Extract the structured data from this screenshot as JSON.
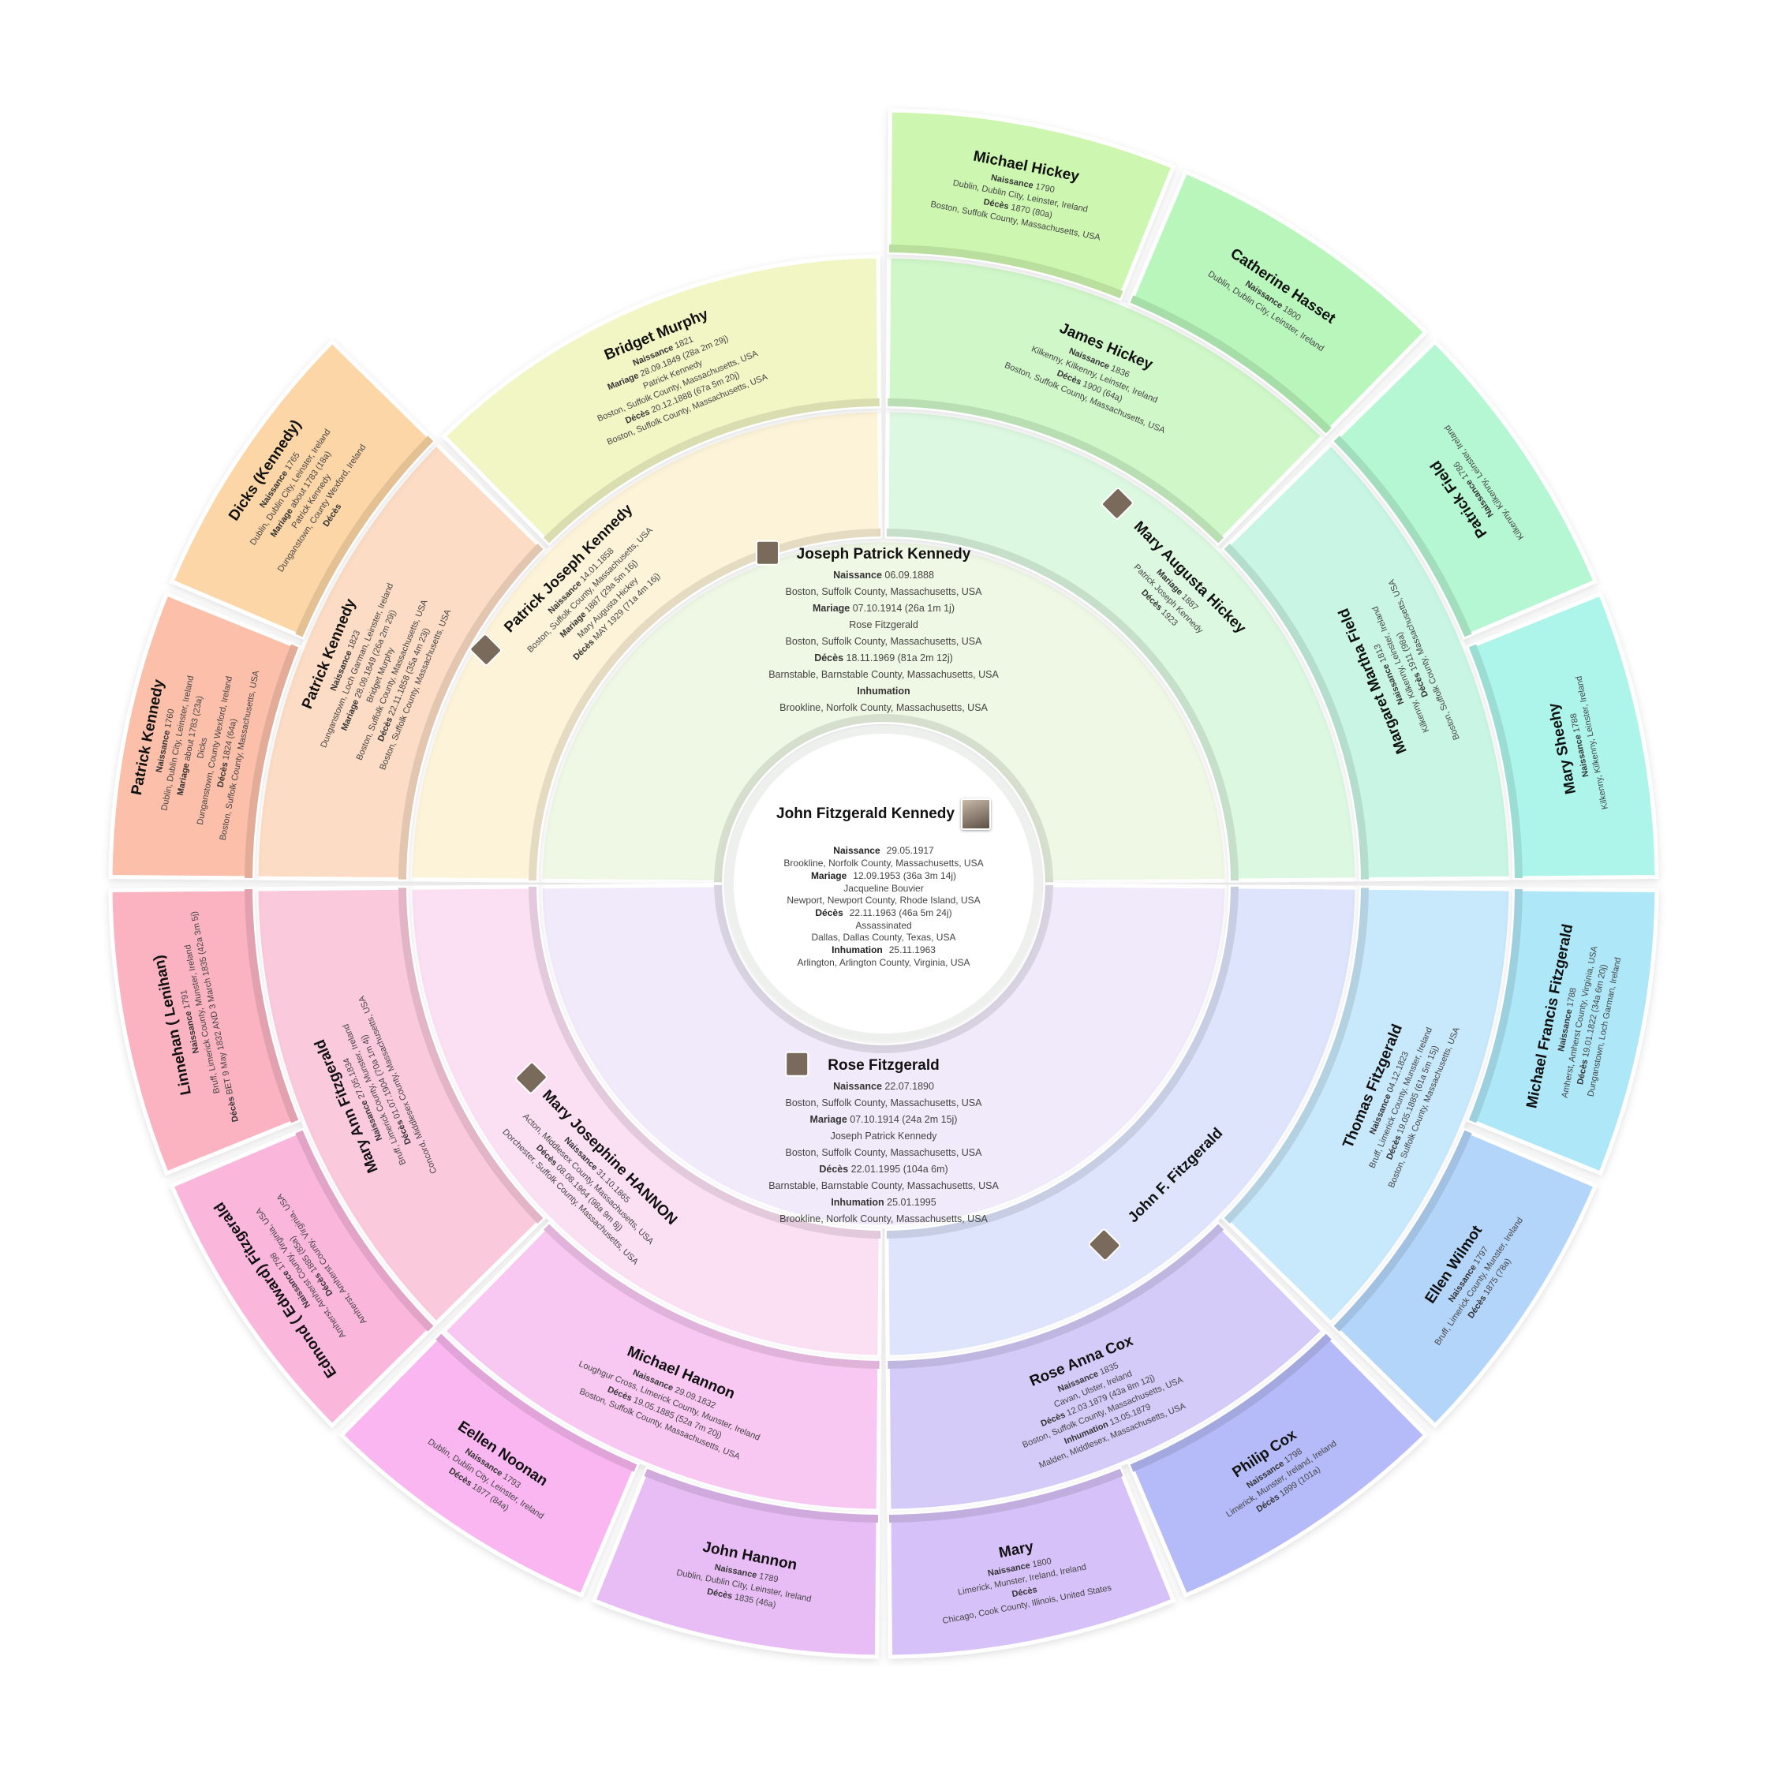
{
  "root": {
    "name": "John Fitzgerald Kennedy",
    "events": [
      {
        "label": "Naissance",
        "value": "29.05.1917",
        "lines": [
          "Brookline, Norfolk County, Massachusetts, USA"
        ]
      },
      {
        "label": "Mariage",
        "value": "12.09.1953 (36a 3m 14j)",
        "lines": [
          "Jacqueline Bouvier",
          "Newport, Newport County, Rhode Island, USA"
        ]
      },
      {
        "label": "Décès",
        "value": "22.11.1963 (46a 5m 24j)",
        "lines": [
          "Assassinated",
          "Dallas, Dallas County, Texas, USA"
        ]
      },
      {
        "label": "Inhumation",
        "value": "25.11.1963",
        "lines": [
          "Arlington, Arlington County, Virginia, USA"
        ]
      }
    ]
  },
  "ring1": [
    {
      "name": "Joseph Patrick Kennedy",
      "color": "#eef8e4",
      "photo": true,
      "lines": [
        {
          "label": "Naissance",
          "value": "06.09.1888"
        },
        {
          "text": "Boston, Suffolk County, Massachusetts, USA"
        },
        {
          "label": "Mariage",
          "value": "07.10.1914 (26a 1m 1j)"
        },
        {
          "text": "Rose Fitzgerald"
        },
        {
          "text": "Boston, Suffolk County, Massachusetts, USA"
        },
        {
          "label": "Décès",
          "value": "18.11.1969 (81a 2m 12j)"
        },
        {
          "text": "Barnstable, Barnstable County, Massachusetts, USA"
        },
        {
          "label": "Inhumation",
          "value": ""
        },
        {
          "text": "Brookline, Norfolk County, Massachusetts, USA"
        }
      ]
    },
    {
      "name": "Rose Fitzgerald",
      "color": "#f1eafa",
      "photo": true,
      "lines": [
        {
          "label": "Naissance",
          "value": "22.07.1890"
        },
        {
          "text": "Boston, Suffolk County, Massachusetts, USA"
        },
        {
          "label": "Mariage",
          "value": "07.10.1914 (24a 2m 15j)"
        },
        {
          "text": "Joseph Patrick Kennedy"
        },
        {
          "text": "Boston, Suffolk County, Massachusetts, USA"
        },
        {
          "label": "Décès",
          "value": "22.01.1995 (104a 6m)"
        },
        {
          "text": "Barnstable, Barnstable County, Massachusetts, USA"
        },
        {
          "label": "Inhumation",
          "value": "25.01.1995"
        },
        {
          "text": "Brookline, Norfolk County, Massachusetts, USA"
        }
      ]
    }
  ],
  "ring2": [
    {
      "name": "Patrick Joseph Kennedy",
      "color": "#fdf3d8",
      "photo": true,
      "lines": [
        {
          "label": "Naissance",
          "value": "14.01.1858"
        },
        {
          "text": "Boston, Suffolk County, Massachusetts, USA"
        },
        {
          "label": "Mariage",
          "value": "1887 (29a 5m 16j)"
        },
        {
          "text": "Mary Augusta Hickey"
        },
        {
          "label": "Décès",
          "value": "MAY 1929 (71a 4m 16j)"
        }
      ]
    },
    {
      "name": "Mary Augusta Hickey",
      "color": "#dcf8e0",
      "photo": true,
      "lines": [
        {
          "label": "Mariage",
          "value": "1887"
        },
        {
          "text": "Patrick Joseph Kennedy"
        },
        {
          "label": "Décès",
          "value": "1923"
        }
      ]
    },
    {
      "name": "Mary Josephine HANNON",
      "color": "#fbdff3",
      "photo": true,
      "lines": [
        {
          "label": "Naissance",
          "value": "31.10.1865"
        },
        {
          "text": "Acton, Middlesex County, Massachusetts, USA"
        },
        {
          "label": "Décès",
          "value": "08.08.1964 (98a 9m 8j)"
        },
        {
          "text": "Dorchester, Suffolk County, Massachusetts, USA"
        }
      ]
    },
    {
      "name": "John F. Fitzgerald",
      "color": "#dde4fb",
      "photo": true,
      "lines": []
    }
  ],
  "ring3": [
    {
      "name": "Patrick Kennedy",
      "color": "#fcdcc4",
      "lines": [
        {
          "label": "Naissance",
          "value": "1823"
        },
        {
          "text": "Dunganstown, Loch Garman, Leinster, Ireland"
        },
        {
          "label": "Mariage",
          "value": "28.09.1849 (26a 2m 29j)"
        },
        {
          "text": "Bridget Murphy"
        },
        {
          "text": "Boston, Suffolk County, Massachusetts, USA"
        },
        {
          "label": "Décès",
          "value": "22.11.1858 (35a 4m 23j)"
        },
        {
          "text": "Boston, Suffolk County, Massachusetts, USA"
        }
      ]
    },
    {
      "name": "Bridget Murphy",
      "color": "#f2f6c4",
      "lines": [
        {
          "label": "Naissance",
          "value": "1821"
        },
        {
          "label": "Mariage",
          "value": "28.09.1849 (28a 2m 29j)"
        },
        {
          "text": "Patrick Kennedy"
        },
        {
          "text": "Boston, Suffolk County, Massachusetts, USA"
        },
        {
          "label": "Décès",
          "value": "20.12.1888 (67a 5m 20j)"
        },
        {
          "text": "Boston, Suffolk County, Massachusetts, USA"
        }
      ]
    },
    {
      "name": "James Hickey",
      "color": "#cff7c8",
      "lines": [
        {
          "label": "Naissance",
          "value": "1836"
        },
        {
          "text": "Kilkenny, Kilkenny, Leinster, Ireland"
        },
        {
          "label": "Décès",
          "value": "1900 (64a)"
        },
        {
          "text": "Boston, Suffolk County, Massachusetts, USA"
        }
      ]
    },
    {
      "name": "Margaret Martha Field",
      "color": "#c9f6e4",
      "lines": [
        {
          "label": "Naissance",
          "value": "1813"
        },
        {
          "text": "Kilkenny, Kilkenny, Leinster, Ireland"
        },
        {
          "label": "Décès",
          "value": "1911 (98a)"
        },
        {
          "text": "Boston, Suffolk County, Massachusetts, USA"
        }
      ]
    },
    {
      "name": "Mary Ann Fitzgerald",
      "color": "#fbc9dc",
      "lines": [
        {
          "label": "Naissance",
          "value": "27.05.1834"
        },
        {
          "text": "Bruff, Limerick County, Munster, Ireland"
        },
        {
          "label": "Décès",
          "value": "01.07.1904 (70a 1m 4j)"
        },
        {
          "text": "Concord, Middlesex County, Massachusetts, USA"
        }
      ]
    },
    {
      "name": "Michael Hannon",
      "color": "#f8c7f2",
      "lines": [
        {
          "label": "Naissance",
          "value": "29.09.1832"
        },
        {
          "text": "Loughgur Cross, Limerick County, Munster, Ireland"
        },
        {
          "label": "Décès",
          "value": "19.05.1885 (52a 7m 20j)"
        },
        {
          "text": "Boston, Suffolk County, Massachusetts, USA"
        }
      ]
    },
    {
      "name": "Rose Anna Cox",
      "color": "#d4cbf8",
      "lines": [
        {
          "label": "Naissance",
          "value": "1835"
        },
        {
          "text": "Cavan, Ulster, Ireland"
        },
        {
          "label": "Décès",
          "value": "12.03.1879 (43a 8m 12j)"
        },
        {
          "text": "Boston, Suffolk County, Massachusetts, USA"
        },
        {
          "label": "Inhumation",
          "value": "13.05.1879"
        },
        {
          "text": "Malden, Middlesex, Massachusetts, USA"
        }
      ]
    },
    {
      "name": "Thomas Fitzgerald",
      "color": "#c8e8fb",
      "lines": [
        {
          "label": "Naissance",
          "value": "04.12.1823"
        },
        {
          "text": "Bruff, Limerick County, Munster, Ireland"
        },
        {
          "label": "Décès",
          "value": "19.05.1885 (61a 5m 15j)"
        },
        {
          "text": "Boston, Suffolk County, Massachusetts, USA"
        }
      ]
    }
  ],
  "ring4": [
    {
      "name": "Patrick Kennedy",
      "color": "#fbbfaa",
      "lines": [
        {
          "label": "Naissance",
          "value": "1760"
        },
        {
          "text": "Dublin, Dublin City, Leinster, Ireland"
        },
        {
          "label": "Mariage",
          "value": "about 1783 (23a)"
        },
        {
          "text": "Dicks"
        },
        {
          "text": "Dunganstown, County Wexford, Ireland"
        },
        {
          "label": "Décès",
          "value": "1824 (64a)"
        },
        {
          "text": "Boston, Suffolk County, Massachusetts, USA"
        }
      ]
    },
    {
      "name": "Dicks (Kennedy)",
      "color": "#fcd6a6",
      "lines": [
        {
          "label": "Naissance",
          "value": "1765"
        },
        {
          "text": "Dublin, Dublin City, Leinster, Ireland"
        },
        {
          "label": "Mariage",
          "value": "about 1783 (18a)"
        },
        {
          "text": "Patrick Kennedy"
        },
        {
          "text": "Dunganstown, County Wexford, Ireland"
        },
        {
          "label": "Décès",
          "value": ""
        }
      ]
    },
    {
      "name": "",
      "color": "#ffffff",
      "empty": true,
      "lines": []
    },
    {
      "name": "",
      "color": "#ffffff",
      "empty": true,
      "lines": []
    },
    {
      "name": "Michael Hickey",
      "color": "#cdf7b0",
      "lines": [
        {
          "label": "Naissance",
          "value": "1790"
        },
        {
          "text": "Dublin, Dublin City, Leinster, Ireland"
        },
        {
          "label": "Décès",
          "value": "1870 (80a)"
        },
        {
          "text": "Boston, Suffolk County, Massachusetts, USA"
        }
      ]
    },
    {
      "name": "Catherine Hasset",
      "color": "#b8f6bc",
      "lines": [
        {
          "label": "Naissance",
          "value": "1800"
        },
        {
          "text": "Dublin, Dublin City, Leinster, Ireland"
        }
      ]
    },
    {
      "name": "Patrick Field",
      "color": "#b4f7d2",
      "lines": [
        {
          "label": "Naissance",
          "value": "1786"
        },
        {
          "text": "Kilkenny, Kilkenny, Leinster, Ireland"
        }
      ]
    },
    {
      "name": "Mary Sheehy",
      "color": "#adf5ea",
      "lines": [
        {
          "label": "Naissance",
          "value": "1788"
        },
        {
          "text": "Kilkenny, Kilkenny, Leinster, Ireland"
        }
      ]
    },
    {
      "name": "Linnehan ( Lenihan)",
      "color": "#fbb3c2",
      "lines": [
        {
          "label": "Naissance",
          "value": "1791"
        },
        {
          "text": "Bruff, Limerick County, Munster, Ireland"
        },
        {
          "label": "Décès",
          "value": "BET 9 May 1832 AND 3 March 1835 (42a 3m 5j)"
        }
      ]
    },
    {
      "name": "Edmond ( Edward) Fitzgerald",
      "color": "#fbb6dc",
      "lines": [
        {
          "label": "Naissance",
          "value": "1798"
        },
        {
          "text": "Amherst, Amherst County, Virginia, USA"
        },
        {
          "label": "Décès",
          "value": "1885 (85a)"
        },
        {
          "text": "Amherst, Amherst County, Virginia, USA"
        }
      ]
    },
    {
      "name": "Eellen Noonan",
      "color": "#f9b6f0",
      "lines": [
        {
          "label": "Naissance",
          "value": "1793"
        },
        {
          "text": "Dublin, Dublin City, Leinster, Ireland"
        },
        {
          "label": "Décès",
          "value": "1877 (84a)"
        }
      ]
    },
    {
      "name": "John Hannon",
      "color": "#e8bdf5",
      "lines": [
        {
          "label": "Naissance",
          "value": "1789"
        },
        {
          "text": "Dublin, Dublin City, Leinster, Ireland"
        },
        {
          "label": "Décès",
          "value": "1835 (46a)"
        }
      ]
    },
    {
      "name": "Mary",
      "color": "#d6c1f8",
      "lines": [
        {
          "label": "Naissance",
          "value": "1800"
        },
        {
          "text": "Limerick, Munster, Ireland, Ireland"
        },
        {
          "label": "Décès",
          "value": ""
        },
        {
          "text": "Chicago, Cook County, Illinois, United States"
        }
      ]
    },
    {
      "name": "Philip Cox",
      "color": "#b5bbf8",
      "lines": [
        {
          "label": "Naissance",
          "value": "1798"
        },
        {
          "text": "Limerick, Munster, Ireland, Ireland"
        },
        {
          "label": "Décès",
          "value": "1899 (101a)"
        }
      ]
    },
    {
      "name": "Ellen Wilmot",
      "color": "#b4d5fa",
      "lines": [
        {
          "label": "Naissance",
          "value": "1797"
        },
        {
          "text": "Bruff, Limerick County, Munster, Ireland"
        },
        {
          "label": "Décès",
          "value": "1875 (78a)"
        }
      ]
    },
    {
      "name": "Michael Francis Fitzgerald",
      "color": "#aee7f7",
      "lines": [
        {
          "label": "Naissance",
          "value": "1788"
        },
        {
          "text": "Amherst, Amherst County, Virginia, USA"
        },
        {
          "label": "Décès",
          "value": "19.01.1822 (34a 6m 20j)"
        },
        {
          "text": "Dunganstown, Loch Garman, Ireland"
        }
      ]
    }
  ]
}
